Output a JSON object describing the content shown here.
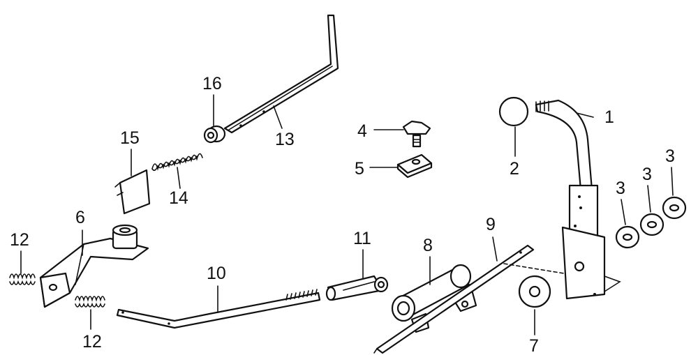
{
  "labels": {
    "p1": "1",
    "p2": "2",
    "p3a": "3",
    "p3b": "3",
    "p3c": "3",
    "p4": "4",
    "p5": "5",
    "p6": "6",
    "p7": "7",
    "p8": "8",
    "p9": "9",
    "p10": "10",
    "p11": "11",
    "p12a": "12",
    "p12b": "12",
    "p13": "13",
    "p14": "14",
    "p15": "15",
    "p16": "16"
  }
}
